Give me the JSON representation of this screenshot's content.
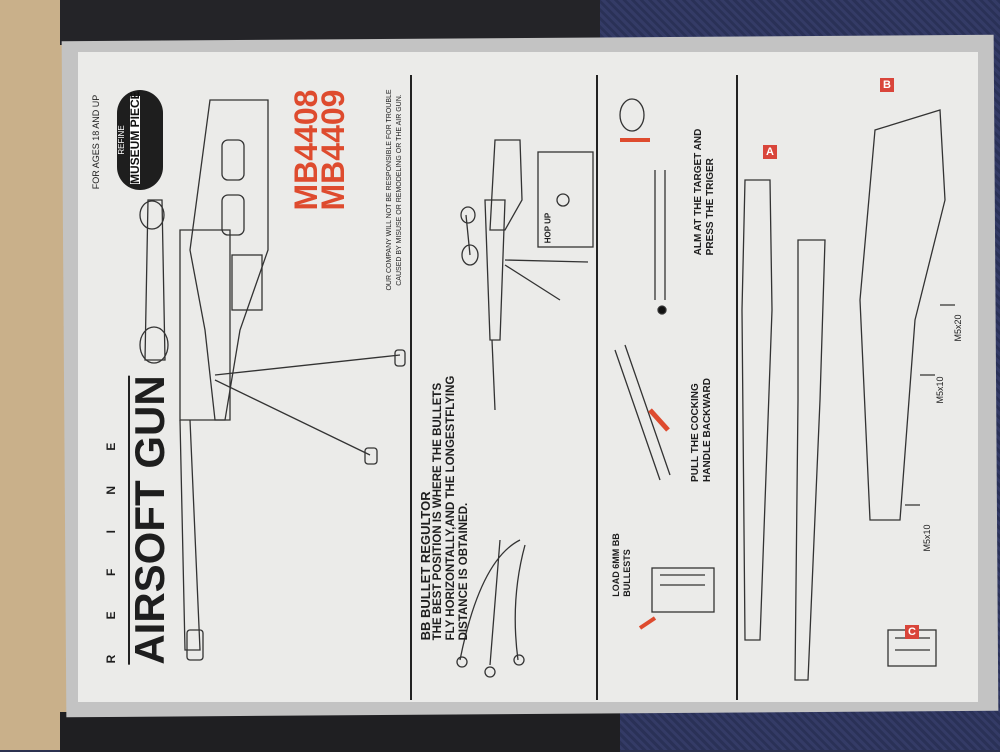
{
  "header": {
    "age_notice": "FOR AGES 18 AND UP",
    "logo": {
      "ring_text": "REFINE",
      "center_text": "MUSEUM PIECE"
    },
    "brand_spaced": "R E F I N E",
    "title": "AIRSOFT GUN",
    "models": [
      "MB4408",
      "MB4409"
    ],
    "disclaimer": [
      "OUR COMPANY WILL NOT BE RESPONSIBLE FOR TROUBLE",
      "CAUSED BY MISUSE OR REMODELING OR THE AIR GUN."
    ]
  },
  "regulator": {
    "title": "BB BULLET REGULTOR",
    "lines": [
      "THE BEST POSITION IS WHERE THE BULLETS",
      "FLY HORIZONTALLY,AND THE LONGESTFLYING",
      "DISTANCE IS OBTAINED."
    ],
    "hop_up_label": "HOP UP"
  },
  "steps": {
    "load": [
      "LOAD 6MM BB",
      "BULLESTS"
    ],
    "cock": [
      "PULL THE COCKING",
      "HANDLE BACKWARD"
    ],
    "aim": [
      "ALM AT THE TARGET AND",
      "PRESS THE TRIGER"
    ]
  },
  "parts": {
    "labels": [
      "A",
      "B",
      "C"
    ],
    "screws": [
      "M5x20",
      "M5x10",
      "M5x10"
    ]
  },
  "colors": {
    "accent_red": "#de4b2e",
    "paper": "#ebebe9"
  }
}
